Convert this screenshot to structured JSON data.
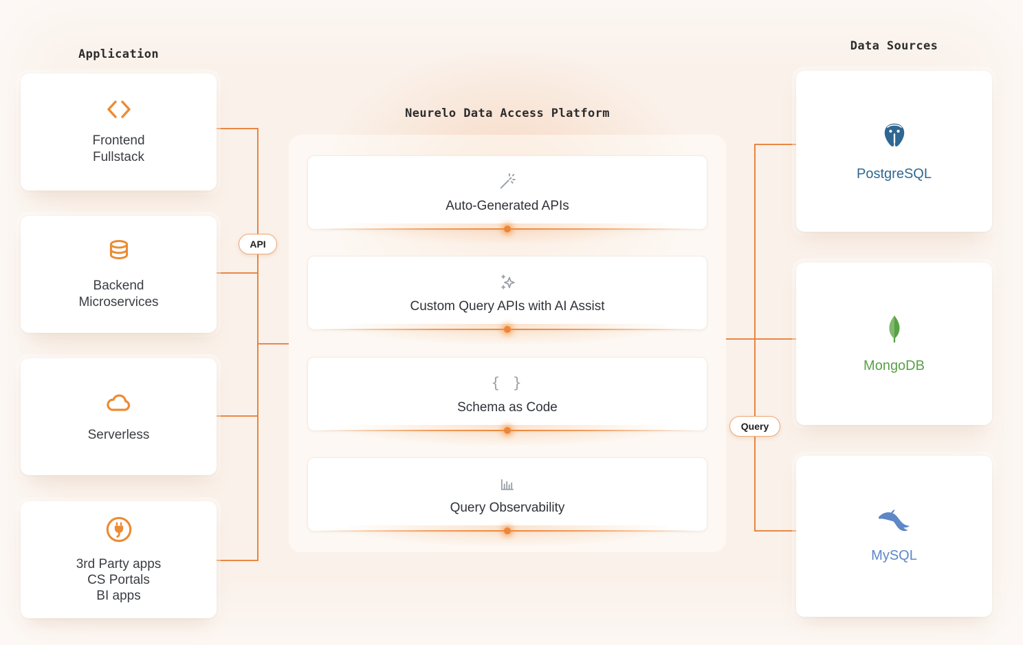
{
  "left_section": {
    "title": "Application",
    "cards": [
      {
        "icon": "code-icon",
        "lines": [
          "Frontend",
          "Fullstack"
        ]
      },
      {
        "icon": "database-icon",
        "lines": [
          "Backend",
          "Microservices"
        ]
      },
      {
        "icon": "cloud-icon",
        "lines": [
          "Serverless"
        ]
      },
      {
        "icon": "plug-icon",
        "lines": [
          "3rd Party apps",
          "CS Portals",
          "BI apps"
        ]
      }
    ]
  },
  "center_section": {
    "title": "Neurelo Data Access Platform",
    "features": [
      {
        "icon": "magic-wand-icon",
        "label": "Auto-Generated APIs"
      },
      {
        "icon": "sparkles-icon",
        "label": "Custom Query APIs with AI Assist"
      },
      {
        "icon": "braces-icon",
        "glyph": "{ }",
        "label": "Schema as Code"
      },
      {
        "icon": "bar-chart-icon",
        "label": "Query Observability"
      }
    ]
  },
  "right_section": {
    "title": "Data Sources",
    "cards": [
      {
        "icon": "postgresql-icon",
        "label": "PostgreSQL",
        "color": "#2F6792"
      },
      {
        "icon": "mongodb-icon",
        "label": "MongoDB",
        "color": "#58A146"
      },
      {
        "icon": "mysql-icon",
        "label": "MySQL",
        "color": "#5D87C6"
      }
    ]
  },
  "connectors": {
    "left_badge": "API",
    "right_badge": "Query",
    "line_color": "#E8772E",
    "accent": "#ED8A33"
  }
}
